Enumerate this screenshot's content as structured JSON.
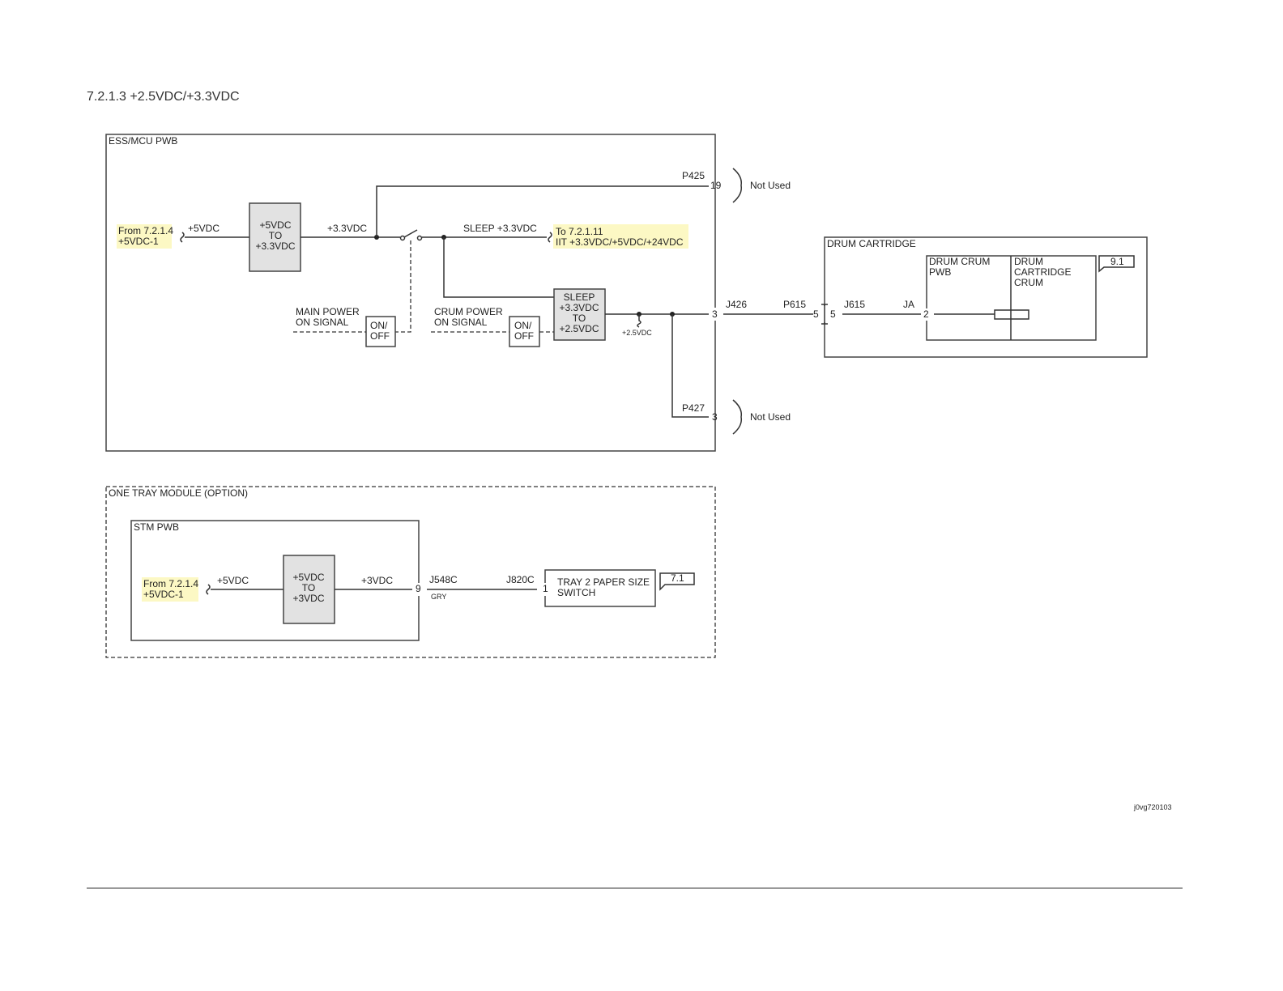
{
  "title": "7.2.1.3 +2.5VDC/+3.3VDC",
  "ess": {
    "label": "ESS/MCU PWB",
    "from": [
      "From 7.2.1.4",
      "+5VDC-1"
    ],
    "in_voltage": "+5VDC",
    "converter": [
      "+5VDC",
      "TO",
      "+3.3VDC"
    ],
    "out_voltage": "+3.3VDC",
    "p425": "P425",
    "p425_pin": "19",
    "not_used_1": "Not Used",
    "sleep_label": "SLEEP +3.3VDC",
    "to": [
      "To 7.2.1.11",
      "IIT +3.3VDC/+5VDC/+24VDC"
    ],
    "main_power": [
      "MAIN POWER",
      "ON SIGNAL"
    ],
    "onoff_1": [
      "ON/",
      "OFF"
    ],
    "crum_power": [
      "CRUM POWER",
      "ON SIGNAL"
    ],
    "onoff_2": [
      "ON/",
      "OFF"
    ],
    "sleep_conv": [
      "SLEEP",
      "+3.3VDC",
      "TO",
      "+2.5VDC"
    ],
    "v25": "+2.5VDC",
    "j426_pin": "3",
    "j426": "J426",
    "p427": "P427",
    "p427_pin": "3",
    "not_used_2": "Not Used"
  },
  "drum": {
    "p615": "P615",
    "pin_left": "5",
    "pin_right": "5",
    "j615": "J615",
    "ja": "JA",
    "ja_pin": "2",
    "label": "DRUM CARTRIDGE",
    "pwb": [
      "DRUM CRUM",
      "PWB"
    ],
    "crum": [
      "DRUM",
      "CARTRIDGE",
      "CRUM"
    ],
    "ref": "9.1"
  },
  "tray": {
    "label": "ONE TRAY MODULE (OPTION)",
    "stm": "STM PWB",
    "from": [
      "From 7.2.1.4",
      "+5VDC-1"
    ],
    "in_voltage": "+5VDC",
    "converter": [
      "+5VDC",
      "TO",
      "+3VDC"
    ],
    "out_voltage": "+3VDC",
    "pin9": "9",
    "j548c": "J548C",
    "gry": "GRY",
    "j820c": "J820C",
    "pin1": "1",
    "switch": [
      "TRAY 2 PAPER SIZE",
      "SWITCH"
    ],
    "ref": "7.1"
  },
  "footer": {
    "code": "j0vg720103"
  }
}
